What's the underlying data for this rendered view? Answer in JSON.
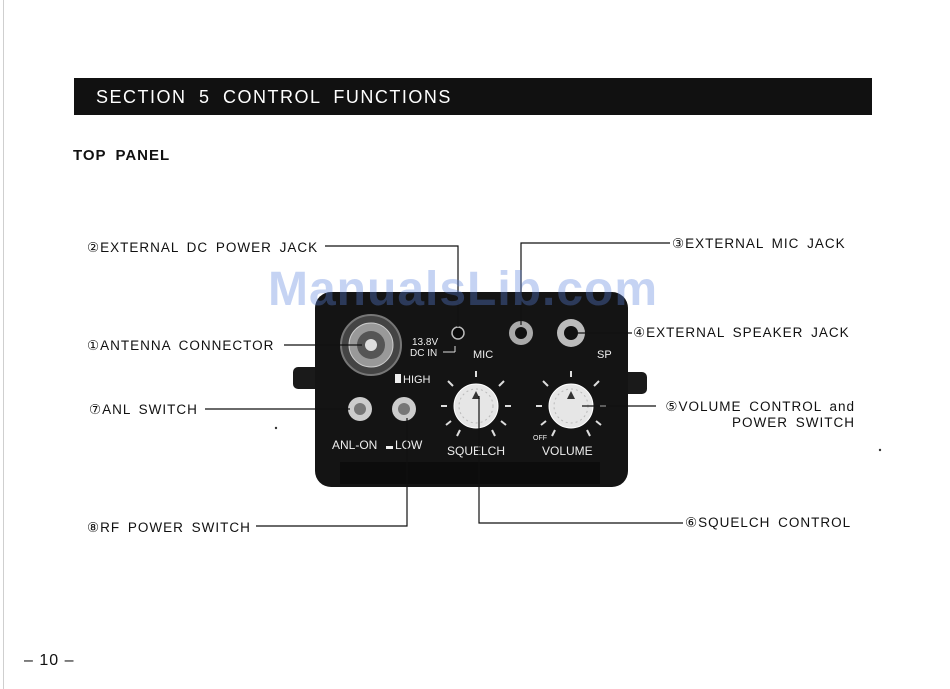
{
  "section": {
    "title": "SECTION 5 CONTROL FUNCTIONS"
  },
  "subheading": "TOP PANEL",
  "callouts": {
    "dc_power_jack": "②EXTERNAL DC POWER JACK",
    "mic_jack": "③EXTERNAL MIC JACK",
    "antenna": "①ANTENNA CONNECTOR",
    "speaker_jack": "④EXTERNAL SPEAKER JACK",
    "anl_switch": "⑦ANL SWITCH",
    "volume_line1": "⑤VOLUME CONTROL and",
    "volume_line2": "POWER SWITCH",
    "rf_power": "⑧RF POWER SWITCH",
    "squelch": "⑥SQUELCH CONTROL"
  },
  "panel_labels": {
    "dc_in_1": "13.8V",
    "dc_in_2": "DC IN",
    "mic": "MIC",
    "sp": "SP",
    "high": "HIGH",
    "anl_low": "ANL-ON",
    "low": "LOW",
    "squelch": "SQUELCH",
    "volume": "VOLUME",
    "off": "OFF"
  },
  "watermark": "ManualsLib.com",
  "page_number": "– 10 –"
}
